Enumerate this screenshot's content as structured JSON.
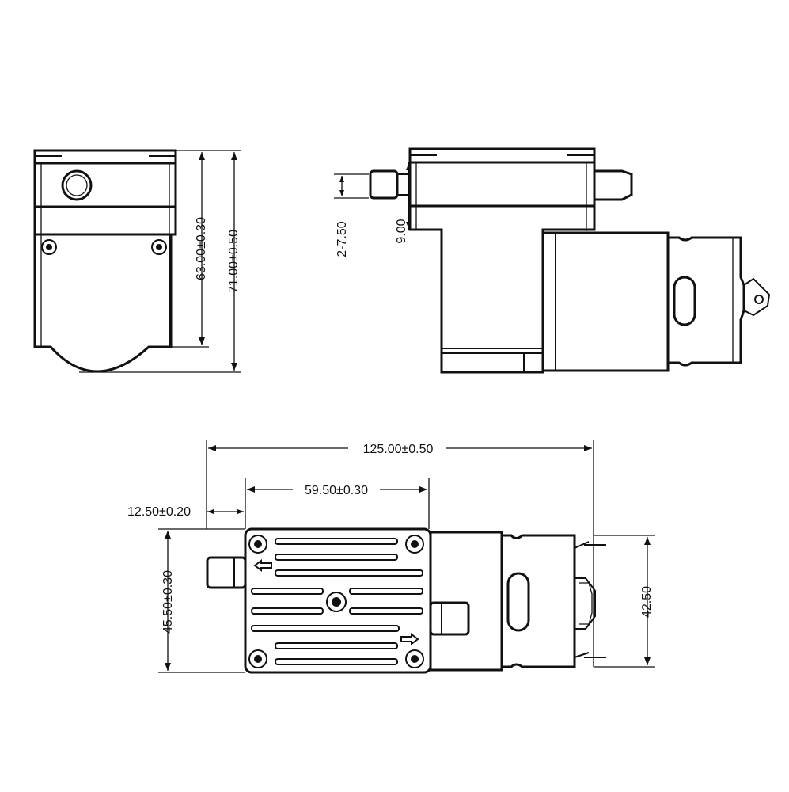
{
  "dimensions": {
    "front_height_body": "63.00±0.30",
    "front_height_total": "71.00±0.50",
    "side_inlet_offset": "2-7.50",
    "side_barb_height": "9.00",
    "top_total_length": "125.00±0.50",
    "top_head_length": "59.50±0.30",
    "top_barb_length": "12.50±0.20",
    "top_head_width": "45.50±0.30",
    "top_motor_width": "42.50"
  },
  "colors": {
    "line": "#111111",
    "background": "#ffffff"
  }
}
